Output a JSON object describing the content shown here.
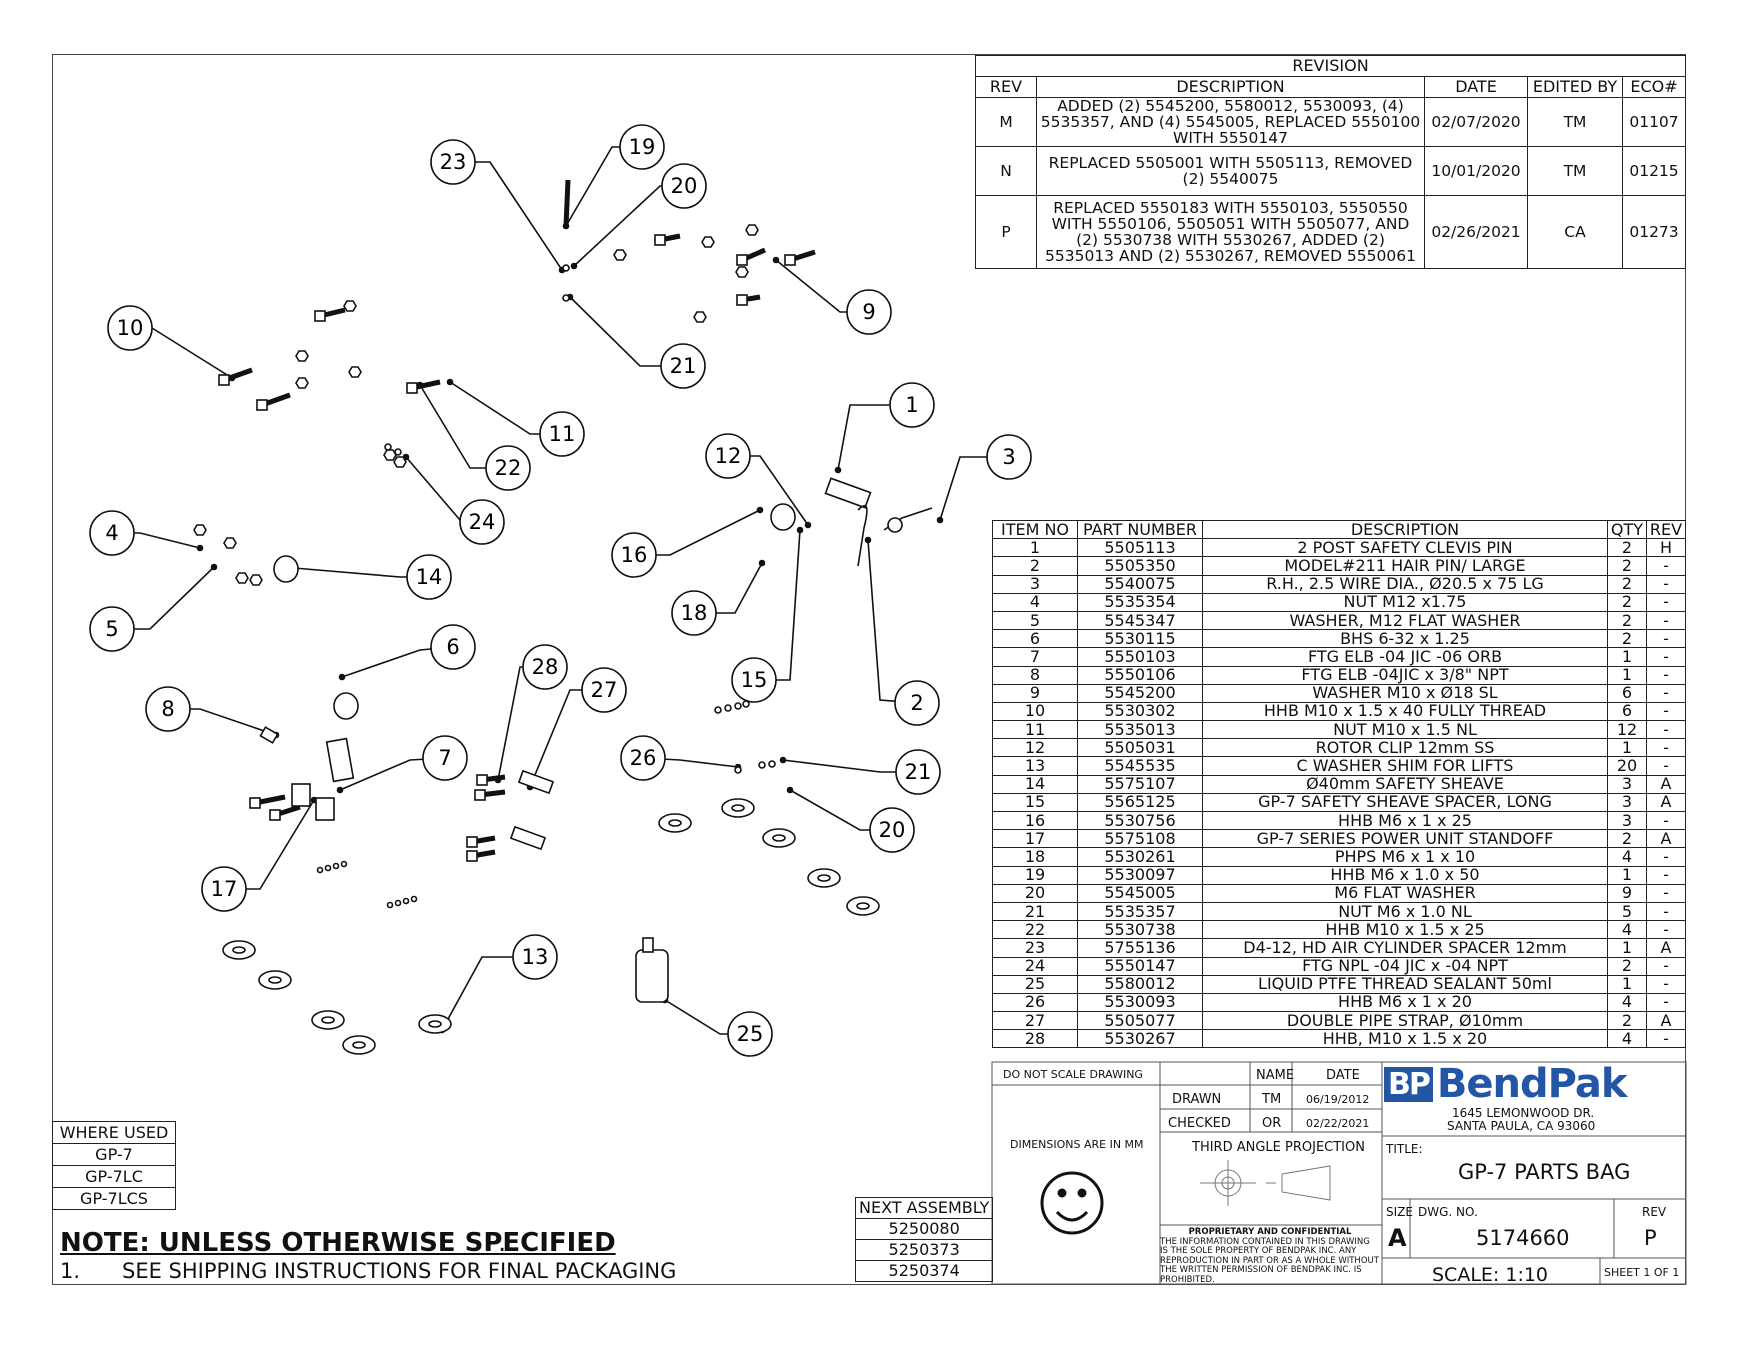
{
  "revision_table": {
    "title": "REVISION",
    "headers": [
      "REV",
      "DESCRIPTION",
      "DATE",
      "EDITED BY",
      "ECO#"
    ],
    "rows": [
      {
        "rev": "M",
        "description": "ADDED (2) 5545200, 5580012, 5530093, (4) 5535357, AND (4) 5545005, REPLACED 5550100 WITH 5550147",
        "date": "02/07/2020",
        "edited_by": "TM",
        "eco": "01107"
      },
      {
        "rev": "N",
        "description": "REPLACED 5505001 WITH 5505113, REMOVED (2) 5540075",
        "date": "10/01/2020",
        "edited_by": "TM",
        "eco": "01215"
      },
      {
        "rev": "P",
        "description": "REPLACED 5550183 WITH 5550103, 5550550 WITH 5550106, 5505051 WITH 5505077, AND (2) 5530738 WITH 5530267, ADDED (2) 5535013 AND (2) 5530267, REMOVED 5550061",
        "date": "02/26/2021",
        "edited_by": "CA",
        "eco": "01273"
      }
    ]
  },
  "bom": {
    "headers": [
      "ITEM NO",
      "PART NUMBER",
      "DESCRIPTION",
      "QTY",
      "REV"
    ],
    "rows": [
      [
        "1",
        "5505113",
        "2 POST SAFETY CLEVIS PIN",
        "2",
        "H"
      ],
      [
        "2",
        "5505350",
        "MODEL#211 HAIR PIN/ LARGE",
        "2",
        "-"
      ],
      [
        "3",
        "5540075",
        "R.H., 2.5 WIRE DIA., Ø20.5 x 75 LG",
        "2",
        "-"
      ],
      [
        "4",
        "5535354",
        "NUT M12 x1.75",
        "2",
        "-"
      ],
      [
        "5",
        "5545347",
        "WASHER, M12 FLAT WASHER",
        "2",
        "-"
      ],
      [
        "6",
        "5530115",
        "BHS 6-32 x 1.25",
        "2",
        "-"
      ],
      [
        "7",
        "5550103",
        "FTG ELB -04 JIC -06 ORB",
        "1",
        "-"
      ],
      [
        "8",
        "5550106",
        "FTG ELB -04JIC x 3/8\" NPT",
        "1",
        "-"
      ],
      [
        "9",
        "5545200",
        "WASHER M10 x Ø18 SL",
        "6",
        "-"
      ],
      [
        "10",
        "5530302",
        "HHB M10 x 1.5 x 40 FULLY THREAD",
        "6",
        "-"
      ],
      [
        "11",
        "5535013",
        "NUT M10 x 1.5 NL",
        "12",
        "-"
      ],
      [
        "12",
        "5505031",
        "ROTOR CLIP 12mm SS",
        "1",
        "-"
      ],
      [
        "13",
        "5545535",
        "C WASHER SHIM FOR LIFTS",
        "20",
        "-"
      ],
      [
        "14",
        "5575107",
        "Ø40mm SAFETY SHEAVE",
        "3",
        "A"
      ],
      [
        "15",
        "5565125",
        "GP-7 SAFETY SHEAVE SPACER, LONG",
        "3",
        "A"
      ],
      [
        "16",
        "5530756",
        "HHB M6 x 1 x 25",
        "3",
        "-"
      ],
      [
        "17",
        "5575108",
        "GP-7 SERIES POWER UNIT STANDOFF",
        "2",
        "A"
      ],
      [
        "18",
        "5530261",
        "PHPS M6 x 1 x 10",
        "4",
        "-"
      ],
      [
        "19",
        "5530097",
        "HHB M6 x 1.0 x 50",
        "1",
        "-"
      ],
      [
        "20",
        "5545005",
        "M6 FLAT WASHER",
        "9",
        "-"
      ],
      [
        "21",
        "5535357",
        "NUT M6 x 1.0 NL",
        "5",
        "-"
      ],
      [
        "22",
        "5530738",
        "HHB M10 x 1.5 x 25",
        "4",
        "-"
      ],
      [
        "23",
        "5755136",
        "D4-12, HD AIR CYLINDER SPACER 12mm",
        "1",
        "A"
      ],
      [
        "24",
        "5550147",
        "FTG NPL -04 JIC x -04 NPT",
        "2",
        "-"
      ],
      [
        "25",
        "5580012",
        "LIQUID PTFE THREAD SEALANT 50ml",
        "1",
        "-"
      ],
      [
        "26",
        "5530093",
        "HHB M6 x 1 x 20",
        "4",
        "-"
      ],
      [
        "27",
        "5505077",
        "DOUBLE PIPE STRAP, Ø10mm",
        "2",
        "A"
      ],
      [
        "28",
        "5530267",
        "HHB, M10 x 1.5 x 20",
        "4",
        "-"
      ]
    ]
  },
  "where_used": {
    "title": "WHERE USED",
    "items": [
      "GP-7",
      "GP-7LC",
      "GP-7LCS"
    ]
  },
  "next_assembly": {
    "title": "NEXT ASSEMBLY",
    "items": [
      "5250080",
      "5250373",
      "5250374"
    ]
  },
  "notes": {
    "title": "NOTE: UNLESS OTHERWISE SPECIFIED",
    "end": ".",
    "items": [
      {
        "num": "1.",
        "text": "SEE SHIPPING INSTRUCTIONS FOR FINAL PACKAGING"
      }
    ]
  },
  "title_block": {
    "do_not_scale": "DO NOT SCALE DRAWING",
    "name_label": "NAME",
    "date_label": "DATE",
    "drawn_label": "DRAWN",
    "drawn_name": "TM",
    "drawn_date": "06/19/2012",
    "checked_label": "CHECKED",
    "checked_name": "OR",
    "checked_date": "02/22/2021",
    "dimensions": "DIMENSIONS ARE IN MM",
    "projection": "THIRD ANGLE PROJECTION",
    "company_mark": "BP",
    "company_name": "BendPak",
    "address1": "1645 LEMONWOOD DR.",
    "address2": "SANTA PAULA, CA 93060",
    "title_label": "TITLE:",
    "title": "GP-7 PARTS BAG",
    "size_label": "SIZE",
    "size": "A",
    "dwg_label": "DWG.  NO.",
    "dwg_no": "5174660",
    "rev_label": "REV",
    "rev": "P",
    "scale": "SCALE: 1:10",
    "sheet": "SHEET 1 OF 1",
    "proprietary_title": "PROPRIETARY AND CONFIDENTIAL",
    "proprietary_text": "THE INFORMATION CONTAINED IN THIS DRAWING IS THE SOLE PROPERTY OF BENDPAK INC. ANY REPRODUCTION IN PART OR AS A WHOLE WITHOUT THE WRITTEN PERMISSION OF BENDPAK INC. IS PROHIBITED."
  },
  "balloons": [
    "1",
    "2",
    "3",
    "4",
    "5",
    "6",
    "7",
    "8",
    "9",
    "10",
    "11",
    "12",
    "13",
    "14",
    "15",
    "16",
    "17",
    "18",
    "19",
    "20",
    "21",
    "20",
    "21",
    "22",
    "23",
    "24",
    "25",
    "26",
    "27",
    "28"
  ]
}
